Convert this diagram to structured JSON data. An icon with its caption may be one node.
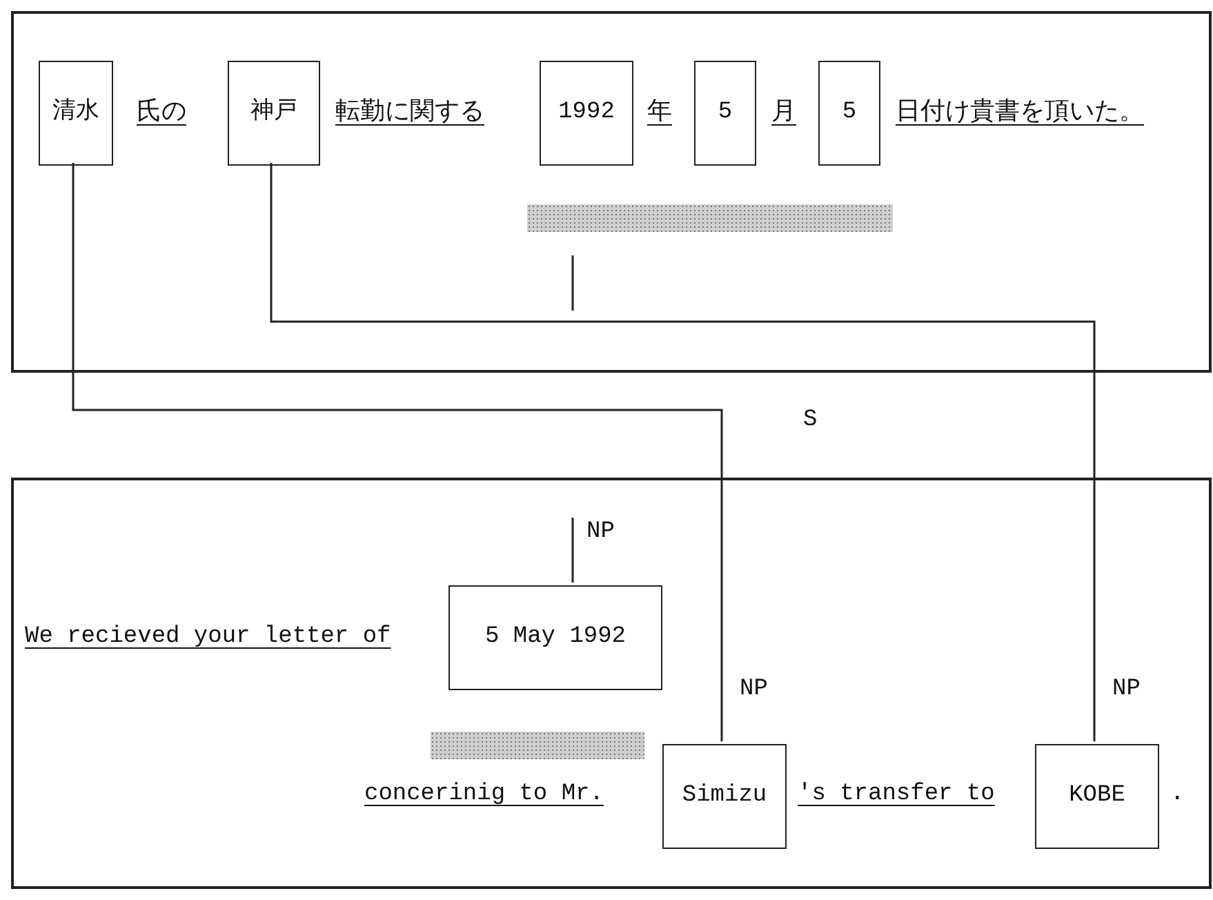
{
  "diagram": {
    "nodes": [
      {
        "text": [],
        "shape": "box"
      },
      {
        "text": [
          "清水"
        ],
        "in": 0
      },
      {
        "text": [
          "神戸"
        ],
        "in": 0
      },
      {
        "text": [
          "1992"
        ],
        "in": 0
      },
      {
        "text": [
          "5"
        ],
        "in": 0
      },
      {
        "text": [
          "5"
        ],
        "in": 0
      },
      {
        "text": [],
        "shape": "box"
      },
      {
        "text": [
          "5 May 1992"
        ],
        "in": 6
      },
      {
        "text": [
          "Simizu"
        ],
        "in": 6
      },
      {
        "text": [
          "KOBE"
        ],
        "in": 6
      },
      {
        "text": [],
        "shape": "bar",
        "in": 0
      },
      {
        "text": [],
        "shape": "bar",
        "in": 6
      }
    ],
    "edges": [
      {
        "from": 1,
        "to": 8,
        "arrow": "none"
      },
      {
        "from": 2,
        "to": 9,
        "arrow": "none"
      }
    ],
    "labels": [
      "氏の",
      "転勤に関する",
      "年",
      "月",
      "日付け貴書を頂いた。",
      "S",
      "NP",
      "We recieved your letter of",
      "NP",
      "NP",
      "concerinig to Mr.",
      "'s transfer to",
      "."
    ]
  }
}
